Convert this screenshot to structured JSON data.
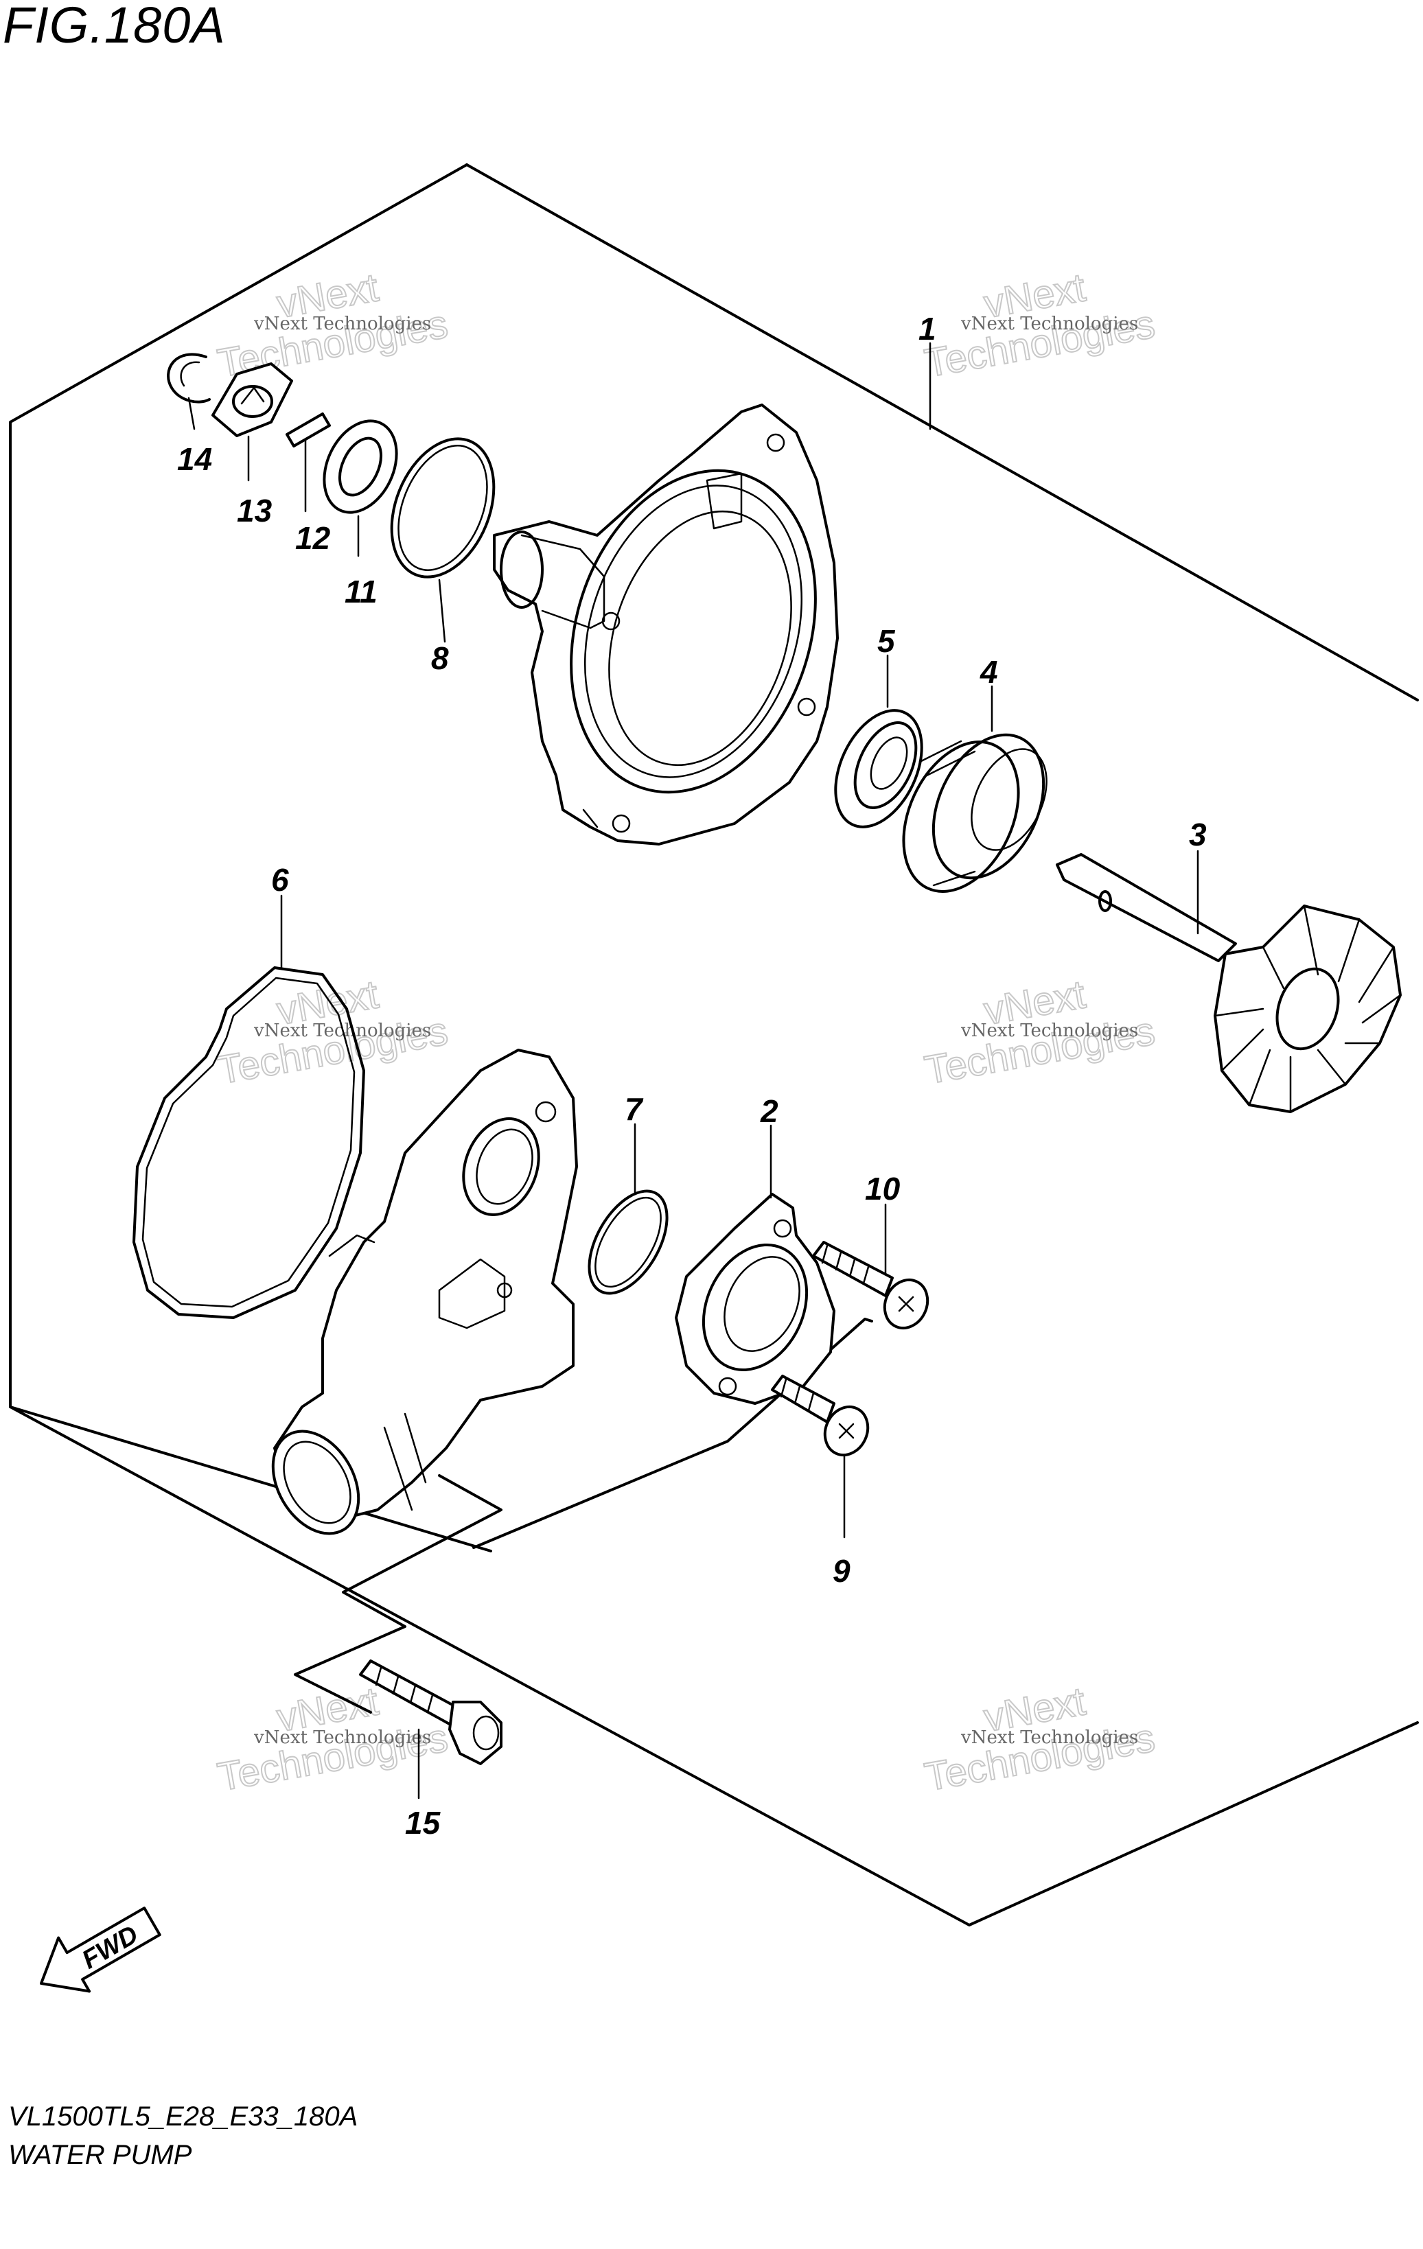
{
  "figure": {
    "title": "FIG.180A",
    "code": "VL1500TL5_E28_E33_180A",
    "name": "WATER PUMP"
  },
  "callouts": [
    "1",
    "2",
    "3",
    "4",
    "5",
    "6",
    "7",
    "8",
    "9",
    "10",
    "11",
    "12",
    "13",
    "14",
    "15"
  ],
  "direction_arrow": {
    "label": "FWD",
    "icon": "fwd-arrow-icon"
  },
  "watermark": {
    "line1": "vNext Technologies",
    "line2": "vNext",
    "line3": "Technologies"
  },
  "colors": {
    "ink": "#000000",
    "background": "#ffffff",
    "watermark": "#c8c8c8"
  }
}
